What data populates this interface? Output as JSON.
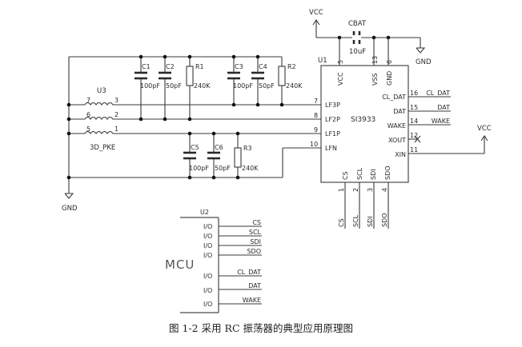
{
  "power": {
    "vcc_top": "VCC",
    "vcc_right": "VCC",
    "gnd_top": "GND",
    "gnd_left": "GND"
  },
  "cbat": {
    "ref": "CBAT",
    "value": "10uF"
  },
  "u3": {
    "ref": "U3",
    "part": "3D_PKE",
    "coils": [
      {
        "left_pin": "7",
        "right_pin": "3"
      },
      {
        "left_pin": "6",
        "right_pin": "2"
      },
      {
        "left_pin": "5",
        "right_pin": "1"
      }
    ]
  },
  "components": {
    "c1": {
      "ref": "C1",
      "value": "100pF"
    },
    "c2": {
      "ref": "C2",
      "value": "50pF"
    },
    "r1": {
      "ref": "R1",
      "value": "240K"
    },
    "c3": {
      "ref": "C3",
      "value": "100pF"
    },
    "c4": {
      "ref": "C4",
      "value": "50pF"
    },
    "r2": {
      "ref": "R2",
      "value": "240K"
    },
    "c5": {
      "ref": "C5",
      "value": "100pF"
    },
    "c6": {
      "ref": "C6",
      "value": "50pF"
    },
    "r3": {
      "ref": "R3",
      "value": "240K"
    }
  },
  "u1": {
    "ref": "U1",
    "part": "SI3933",
    "top_pins": [
      {
        "num": "5",
        "name": "VCC"
      },
      {
        "num": "13",
        "name": "VSS"
      },
      {
        "num": "6",
        "name": "GND"
      }
    ],
    "left_pins": [
      {
        "num": "7",
        "name": "LF3P"
      },
      {
        "num": "8",
        "name": "LF2P"
      },
      {
        "num": "9",
        "name": "LF1P"
      },
      {
        "num": "10",
        "name": "LFN"
      }
    ],
    "right_pins": [
      {
        "num": "16",
        "name": "CL_DAT",
        "net": "CL_DAT"
      },
      {
        "num": "15",
        "name": "DAT",
        "net": "DAT"
      },
      {
        "num": "14",
        "name": "WAKE",
        "net": "WAKE"
      },
      {
        "num": "12",
        "name": "XOUT",
        "net": ""
      },
      {
        "num": "11",
        "name": "XIN",
        "net": ""
      }
    ],
    "bottom_pins": [
      {
        "num": "1",
        "name": "CS",
        "net": "CS"
      },
      {
        "num": "2",
        "name": "SCL",
        "net": "SCL"
      },
      {
        "num": "3",
        "name": "SDI",
        "net": "SDI"
      },
      {
        "num": "4",
        "name": "SDO",
        "net": "SDO"
      }
    ]
  },
  "u2": {
    "ref": "U2",
    "part": "MCU",
    "pins": [
      {
        "name": "I/O",
        "net": "CS"
      },
      {
        "name": "I/O",
        "net": "SCL"
      },
      {
        "name": "I/O",
        "net": "SDI"
      },
      {
        "name": "I/O",
        "net": "SDO"
      },
      {
        "name": "I/O",
        "net": "CL_DAT"
      },
      {
        "name": "I/O",
        "net": "DAT"
      },
      {
        "name": "I/O",
        "net": "WAKE"
      }
    ]
  },
  "caption": "图 1-2  采用 RC 振荡器的典型应用原理图"
}
